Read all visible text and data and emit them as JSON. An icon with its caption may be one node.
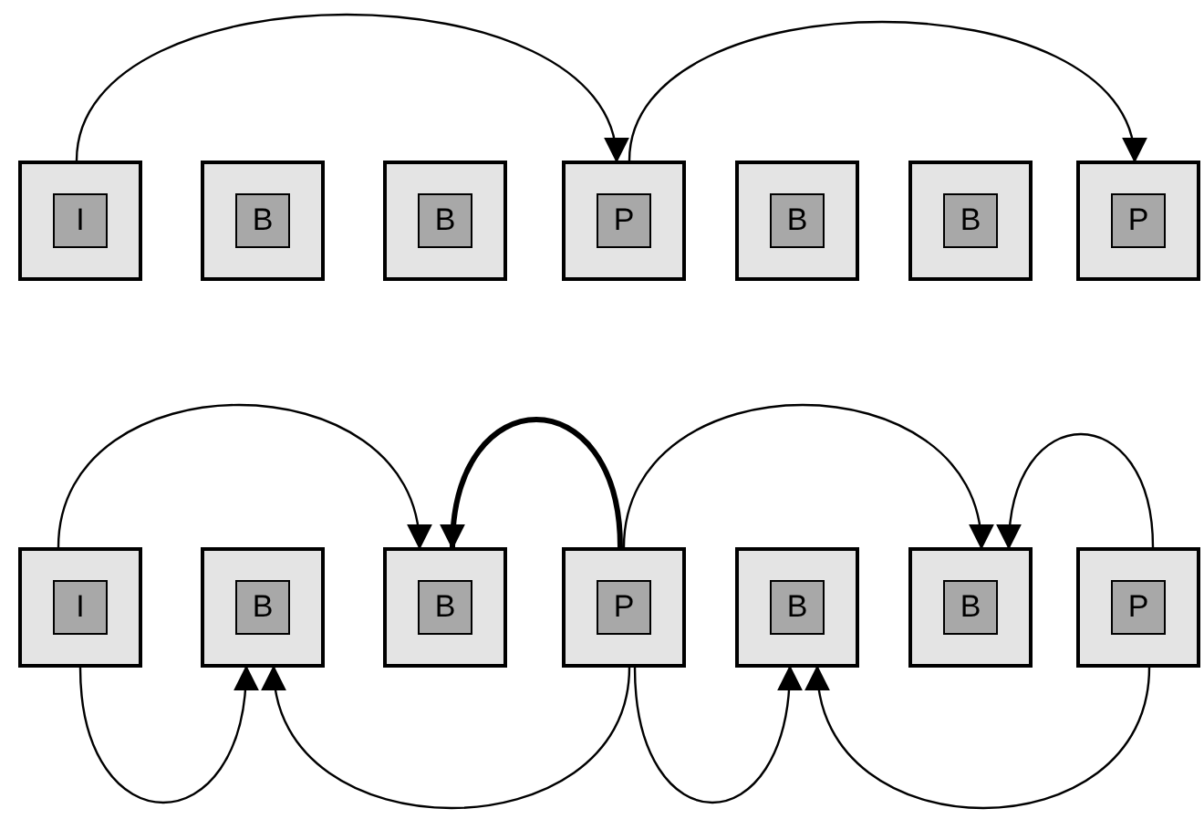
{
  "diagram": {
    "nodes": [
      {
        "text": [],
        "shape": "box"
      },
      {
        "text": [
          "I"
        ],
        "in": 0
      },
      {
        "text": [],
        "shape": "box"
      },
      {
        "text": [
          "B"
        ],
        "in": 2
      },
      {
        "text": [],
        "shape": "box"
      },
      {
        "text": [
          "B"
        ],
        "in": 4
      },
      {
        "text": [],
        "shape": "box"
      },
      {
        "text": [
          "P"
        ],
        "in": 6
      },
      {
        "text": [],
        "shape": "box"
      },
      {
        "text": [
          "B"
        ],
        "in": 8
      },
      {
        "text": [],
        "shape": "box"
      },
      {
        "text": [
          "B"
        ],
        "in": 10
      },
      {
        "text": [],
        "shape": "box"
      },
      {
        "text": [
          "P"
        ],
        "in": 12
      },
      {
        "text": [],
        "shape": "box"
      },
      {
        "text": [
          "I"
        ],
        "in": 14
      },
      {
        "text": [],
        "shape": "box"
      },
      {
        "text": [
          "B"
        ],
        "in": 16
      },
      {
        "text": [],
        "shape": "box"
      },
      {
        "text": [
          "B"
        ],
        "in": 18
      },
      {
        "text": [],
        "shape": "box"
      },
      {
        "text": [
          "P"
        ],
        "in": 20
      },
      {
        "text": [],
        "shape": "box"
      },
      {
        "text": [
          "B"
        ],
        "in": 22
      },
      {
        "text": [],
        "shape": "box"
      },
      {
        "text": [
          "B"
        ],
        "in": 24
      },
      {
        "text": [],
        "shape": "box"
      },
      {
        "text": [
          "P"
        ],
        "in": 26
      }
    ],
    "edges": [
      {
        "from": 0,
        "to": 6,
        "arrow": "to"
      },
      {
        "from": 6,
        "to": 12,
        "arrow": "to"
      },
      {
        "from": 14,
        "to": 18,
        "arrow": "to"
      },
      {
        "from": 20,
        "to": 18,
        "arrow": "to",
        "style": "thick"
      },
      {
        "from": 20,
        "to": 24,
        "arrow": "to"
      },
      {
        "from": 26,
        "to": 24,
        "arrow": "to"
      },
      {
        "from": 14,
        "to": 16,
        "arrow": "to"
      },
      {
        "from": 20,
        "to": 16,
        "arrow": "to"
      },
      {
        "from": 20,
        "to": 22,
        "arrow": "to"
      },
      {
        "from": 26,
        "to": 22,
        "arrow": "to"
      }
    ]
  }
}
